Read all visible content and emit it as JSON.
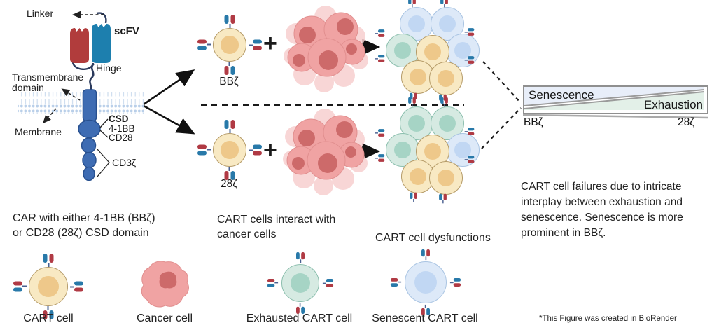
{
  "colors": {
    "receptor_red": "#b03a44",
    "receptor_blue": "#2879a9",
    "stem_navy": "#4a6090",
    "scfv_red": "#b13c3c",
    "scfv_blue": "#1d7fae",
    "linker_navy": "#2b3a5c",
    "car_blue": "#3e6cb3",
    "car_blue_border": "#28508f",
    "membrane_blue": "#b9cfe9",
    "membrane_tail": "#ccdcee",
    "senescence_fill": "#e8eef9",
    "exhaustion_fill": "#e3f0e8",
    "cells": {
      "cart": {
        "outer": "#f8e9c3",
        "inner": "#eec88a",
        "border": "#b59b68"
      },
      "exhausted": {
        "outer": "#d6eae2",
        "inner": "#a6d4c5",
        "border": "#8cbfae"
      },
      "senescent": {
        "outer": "#dde9f8",
        "inner": "#c1d7f3",
        "border": "#a9c4e2"
      },
      "cancer": {
        "body": "#f0a3a3",
        "nucleus": "#cd6a6a",
        "halo": "#f7cfcf",
        "border": "#e18f8f"
      }
    }
  },
  "car_diagram": {
    "linker": "Linker",
    "scfv": "scFV",
    "hinge": "Hinge",
    "transmembrane": "Transmembrane\ndomain",
    "membrane": "Membrane",
    "csd": "CSD",
    "csd_option1": "4-1BB",
    "csd_option2": "CD28",
    "cd3z": "CD3ζ",
    "caption": "CAR with either 4-1BB (BBζ)\nor CD28 (28ζ) CSD domain"
  },
  "pathways": {
    "plus": "+",
    "top_label": "BBζ",
    "bottom_label": "28ζ",
    "interact_caption": "CART cells interact with\ncancer cells",
    "dysfunction_caption": "CART cell dysfunctions",
    "clusters": {
      "bbz": [
        "senescent",
        "senescent",
        "exhausted",
        "cart",
        "senescent",
        "cart",
        "cart"
      ],
      "z28": [
        "exhausted",
        "exhausted",
        "exhausted",
        "cart",
        "senescent",
        "cart",
        "cart"
      ]
    }
  },
  "gradient": {
    "left": "Senescence",
    "right": "Exhaustion",
    "left_tag": "BBζ",
    "right_tag": "28ζ"
  },
  "summary": "CART cell failures due to intricate interplay between exhaustion and senescence.  Senescence is more prominent in BBζ.",
  "legend": {
    "items": [
      {
        "type": "cart",
        "label": "CART cell"
      },
      {
        "type": "cancer",
        "label": "Cancer cell"
      },
      {
        "type": "exhausted",
        "label": "Exhausted CART cell"
      },
      {
        "type": "senescent",
        "label": "Senescent CART cell"
      }
    ]
  },
  "footnote": "*This Figure was created in BioRender"
}
